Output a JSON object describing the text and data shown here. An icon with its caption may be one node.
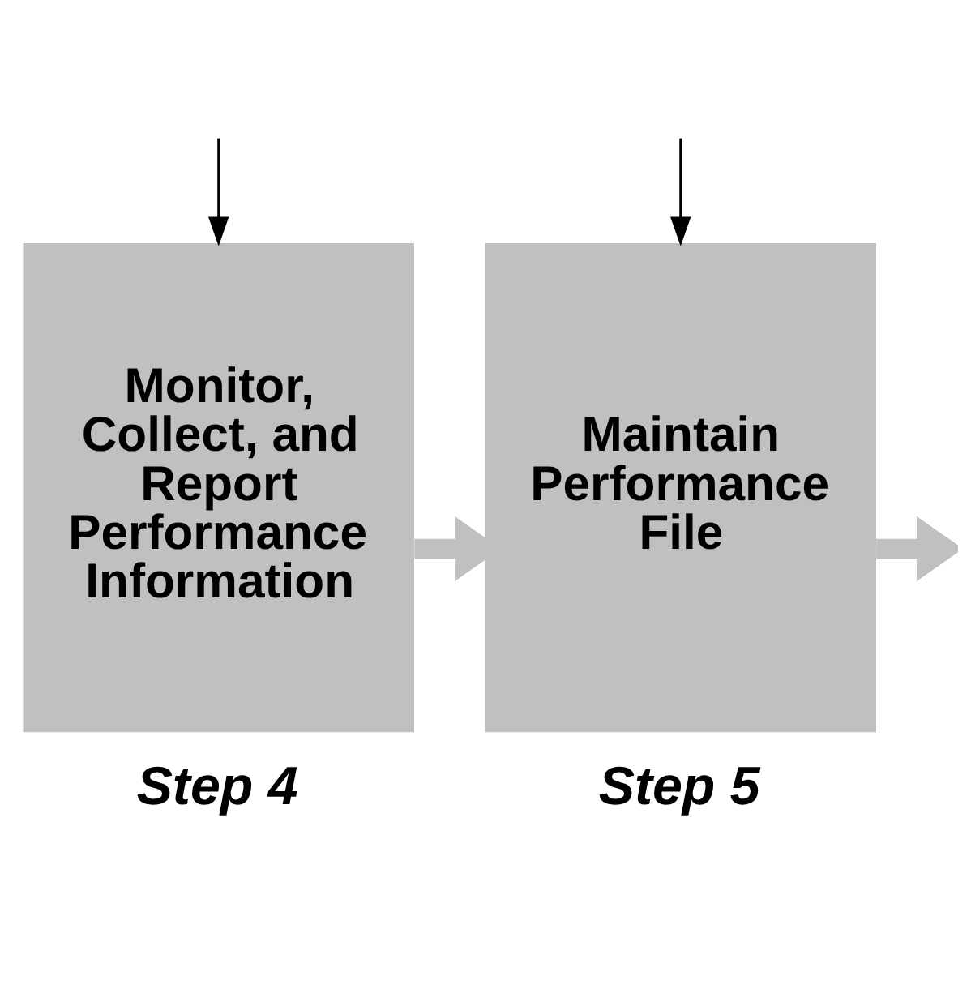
{
  "diagram": {
    "nodes": [
      {
        "text": [
          "Monitor, Collect, and Report Performance Information"
        ],
        "beside": [
          "Step 4"
        ]
      },
      {
        "text": [
          "Maintain Performance File"
        ],
        "beside": [
          "Step 5"
        ]
      }
    ],
    "edges": [
      {
        "from": null,
        "to": 0,
        "arrow": "to"
      },
      {
        "from": null,
        "to": 1,
        "arrow": "to"
      },
      {
        "from": 0,
        "to": 1,
        "arrow": "to",
        "style": "thick",
        "color": "#c0c0c0"
      },
      {
        "from": 1,
        "to": null,
        "arrow": "to",
        "style": "thick",
        "color": "#c0c0c0"
      }
    ]
  }
}
